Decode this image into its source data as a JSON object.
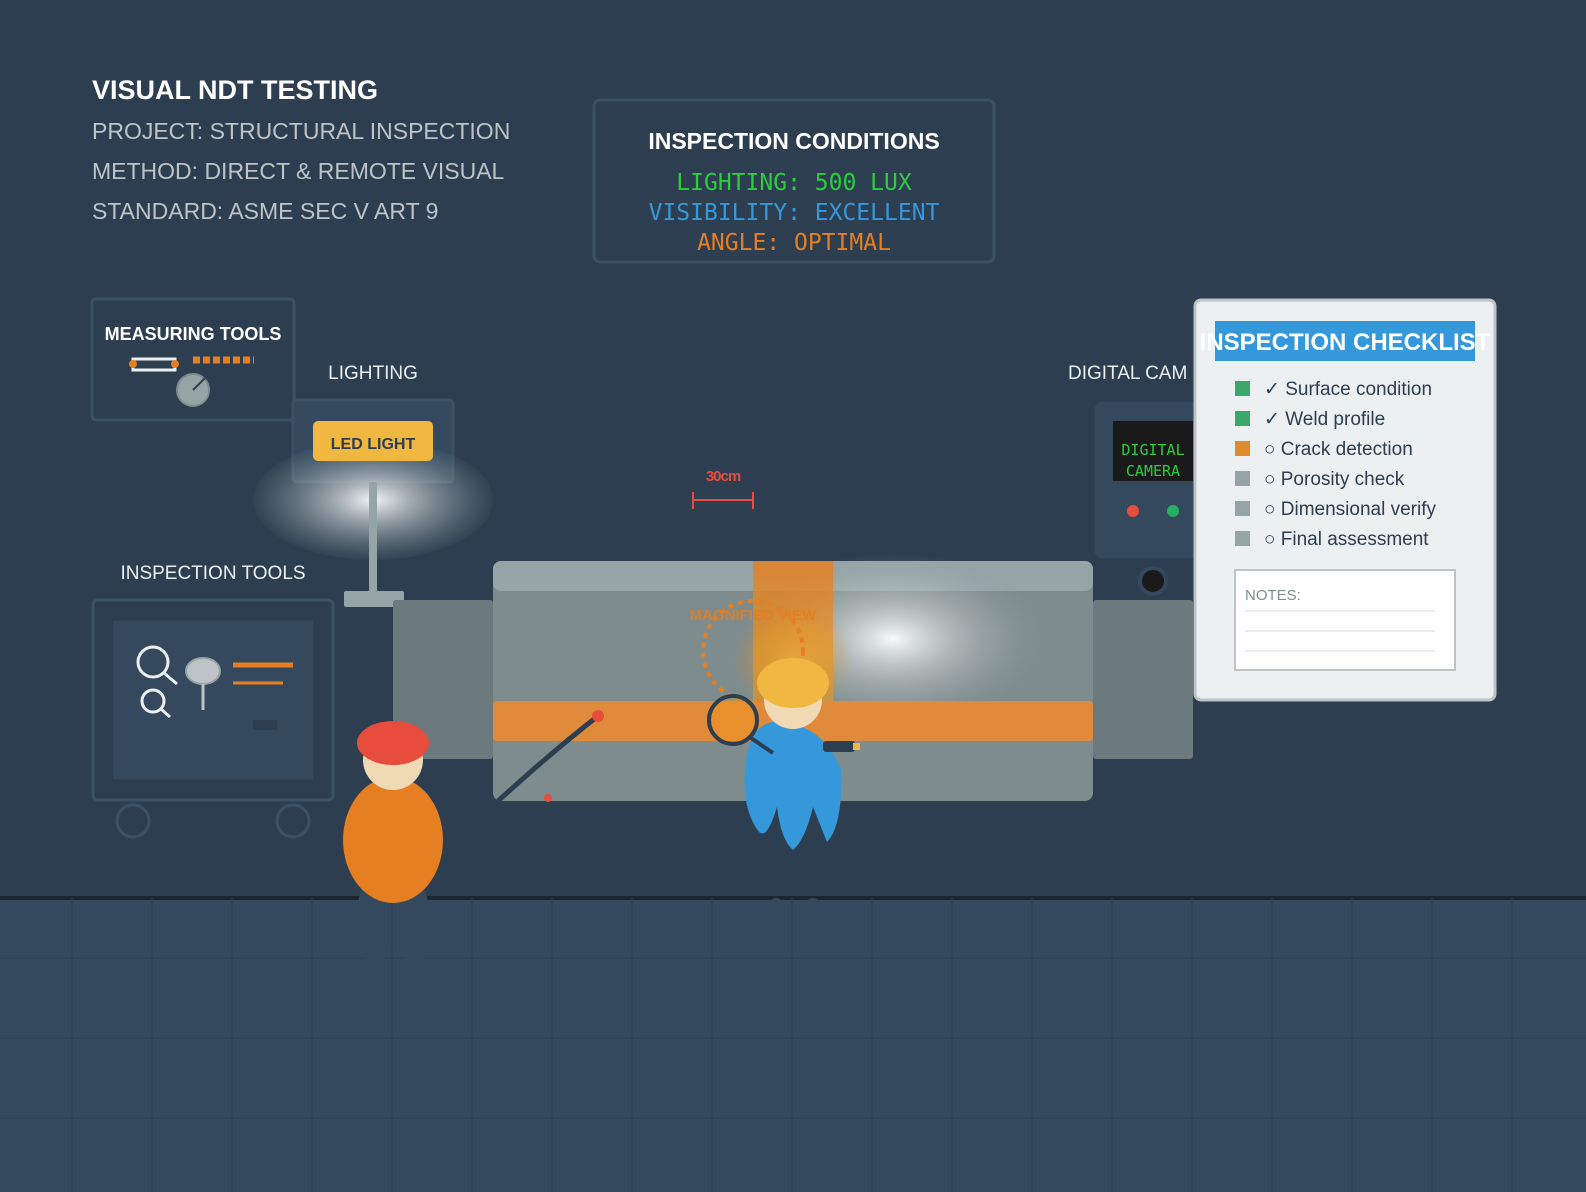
{
  "header": {
    "title": "VISUAL NDT TESTING",
    "project": "PROJECT: STRUCTURAL INSPECTION",
    "method": "METHOD: DIRECT & REMOTE VISUAL",
    "standard": "STANDARD: ASME SEC V ART 9"
  },
  "conditions": {
    "title": "INSPECTION CONDITIONS",
    "lighting": "LIGHTING: 500 LUX",
    "visibility": "VISIBILITY: EXCELLENT",
    "angle": "ANGLE: OPTIMAL"
  },
  "labels": {
    "measuring_tools": "MEASURING TOOLS",
    "lighting": "LIGHTING",
    "led_light": "LED LIGHT",
    "inspection_tools": "INSPECTION TOOLS",
    "digital_cam": "DIGITAL CAM",
    "camera_screen_line1": "DIGITAL",
    "camera_screen_line2": "CAMERA",
    "scale": "30cm",
    "magnified_view": "MAGNIFIED VIEW"
  },
  "checklist": {
    "title": "INSPECTION CHECKLIST",
    "items": [
      {
        "text": "✓ Surface condition",
        "status": "done"
      },
      {
        "text": "✓ Weld profile",
        "status": "done"
      },
      {
        "text": "○ Crack detection",
        "status": "active"
      },
      {
        "text": "○ Porosity check",
        "status": "pending"
      },
      {
        "text": "○ Dimensional verify",
        "status": "pending"
      },
      {
        "text": "○ Final assessment",
        "status": "pending"
      }
    ],
    "notes_label": "NOTES:"
  },
  "colors": {
    "background": "#2c3e50",
    "accent_orange": "#e67e22",
    "accent_blue": "#3498db",
    "status_green": "#27ae60",
    "lighting_green": "#2ecc40",
    "led_yellow": "#f0b840",
    "alert_red": "#e74c3c",
    "done": "#3aa86b",
    "active": "#e08a2e",
    "pending": "#95a5a6"
  },
  "icons": [
    "magnifier-icon",
    "mirror-icon",
    "flashlight-icon",
    "borescope-icon",
    "caliper-icon",
    "gauge-icon"
  ]
}
